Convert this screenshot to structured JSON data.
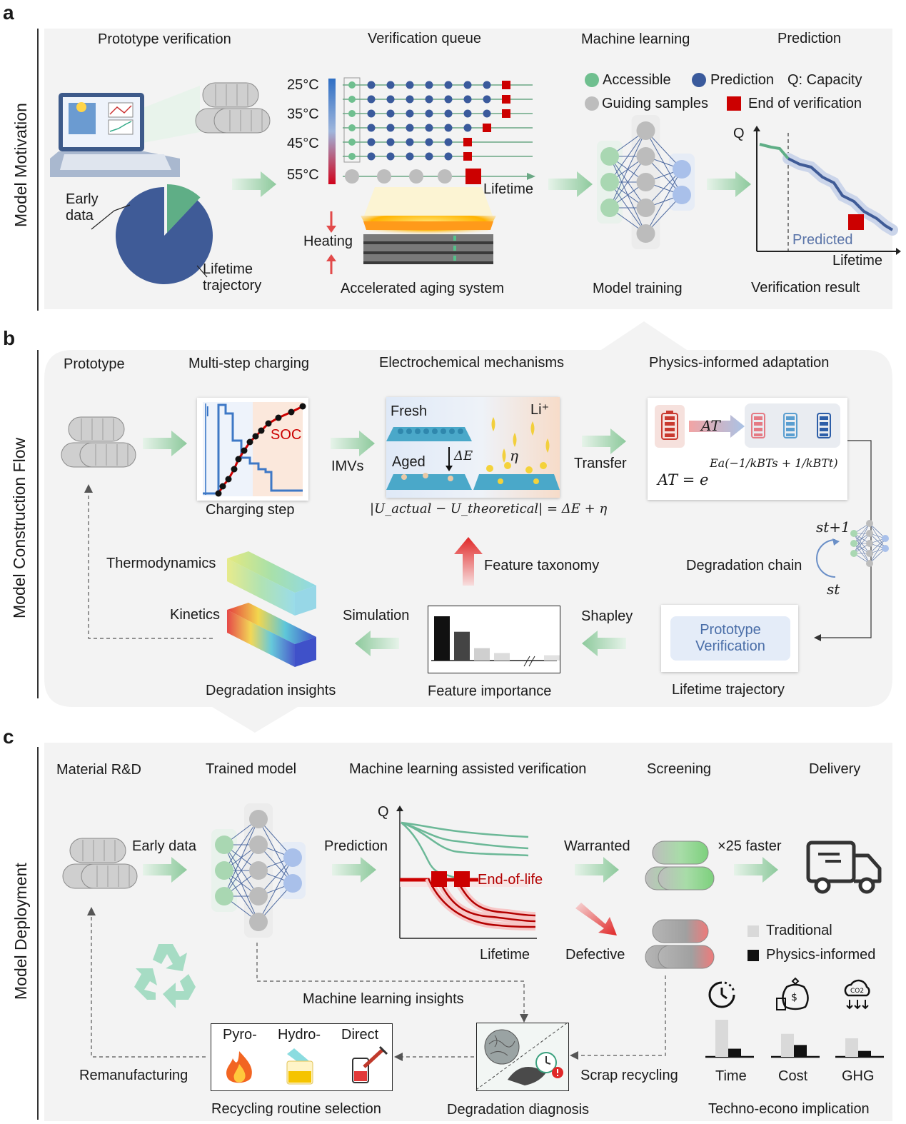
{
  "panels": {
    "a": {
      "letter": "a",
      "side_label": "Model Motivation"
    },
    "b": {
      "letter": "b",
      "side_label": "Model Construction Flow"
    },
    "c": {
      "letter": "c",
      "side_label": "Model Deployment"
    }
  },
  "a": {
    "headers": [
      "Prototype verification",
      "Verification queue",
      "Machine learning",
      "Prediction"
    ],
    "pie": {
      "early_label": "Early\ndata",
      "lifetime_label": "Lifetime\ntrajectory",
      "early_fraction": 0.12
    },
    "temps": [
      "25°C",
      "35°C",
      "45°C",
      "55°C"
    ],
    "queue_lifetime": "Lifetime",
    "heating": "Heating",
    "aging_caption": "Accelerated aging system",
    "legend": {
      "accessible": "Accessible",
      "prediction": "Prediction",
      "q_note": "Q: Capacity",
      "guiding": "Guiding samples",
      "end": "End of verification"
    },
    "model_caption": "Model training",
    "plot": {
      "q_axis": "Q",
      "predicted": "Predicted",
      "x_axis": "Lifetime"
    },
    "result_caption": "Verification result",
    "colors": {
      "accessible": "#6fbf8f",
      "prediction": "#3a5a9c",
      "guiding": "#bdbdbd",
      "end": "#cc0000"
    }
  },
  "b": {
    "headers": [
      "Prototype",
      "Multi-step charging",
      "Electrochemical mechanisms",
      "Physics-informed adaptation"
    ],
    "charging": {
      "axis_i": "I",
      "soc": "SOC",
      "caption": "Charging step"
    },
    "imvs": "IMVs",
    "mech": {
      "fresh": "Fresh",
      "aged": "Aged",
      "li": "Li⁺",
      "delta_e": "ΔE",
      "eta": "η",
      "equation": "|U_actual − U_theoretical| = ΔE + η"
    },
    "transfer": "Transfer",
    "adaptation": {
      "at": "AT",
      "formula_lhs": "AT = e",
      "formula_exp": "Ea(−1/kBTs + 1/kBTt)"
    },
    "chain": {
      "label": "Degradation chain",
      "st1": "st+1",
      "st": "st"
    },
    "thermo": "Thermodynamics",
    "kinetics": "Kinetics",
    "feature_taxonomy": "Feature taxonomy",
    "simulation": "Simulation",
    "shapley": "Shapley",
    "insights": "Degradation insights",
    "importance": {
      "caption": "Feature importance",
      "bars": [
        1.0,
        0.65,
        0.28,
        0.17,
        0.12
      ]
    },
    "proto_verification": "Prototype\nVerification",
    "lifetime_trajectory": "Lifetime trajectory"
  },
  "c": {
    "headers": [
      "Material R&D",
      "Trained model",
      "Machine learning assisted verification",
      "Screening",
      "Delivery"
    ],
    "early_data": "Early data",
    "prediction": "Prediction",
    "plot": {
      "q_axis": "Q",
      "eol": "End-of-life",
      "x_axis": "Lifetime"
    },
    "warranted": "Warranted",
    "faster": "×25 faster",
    "defective": "Defective",
    "legend": {
      "traditional": "Traditional",
      "physics": "Physics-informed"
    },
    "ml_insights": "Machine learning insights",
    "recycling": {
      "pyro": "Pyro-",
      "hydro": "Hydro-",
      "direct": "Direct",
      "caption": "Recycling routine selection"
    },
    "remanufacturing": "Remanufacturing",
    "diagnosis": "Degradation diagnosis",
    "scrap": "Scrap recycling",
    "bars": {
      "categories": [
        "Time",
        "Cost",
        "GHG"
      ],
      "traditional": [
        1.0,
        0.62,
        0.5
      ],
      "physics": [
        0.22,
        0.32,
        0.16
      ],
      "caption": "Techno-econo implication",
      "co2": "CO2"
    }
  }
}
